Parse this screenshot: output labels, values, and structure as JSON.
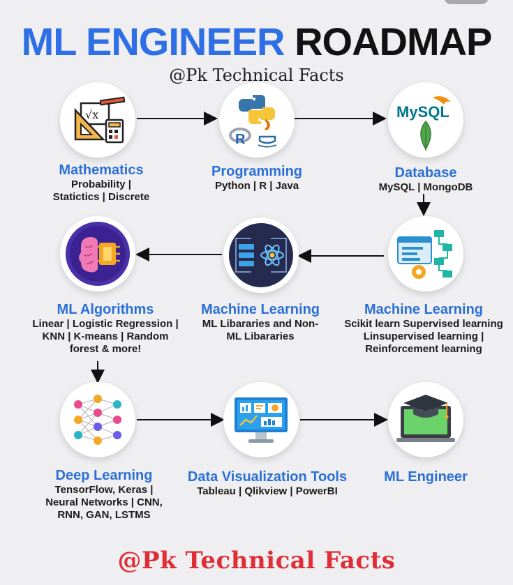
{
  "header": {
    "title_blue": "ML ENGINEER",
    "title_black": "ROADMAP",
    "handle": "@Pk Technical Facts"
  },
  "footer": {
    "handle": "@Pk Technical Facts"
  },
  "steps": [
    {
      "title": "Mathematics",
      "detail": "Probability | Statictics | Discrete"
    },
    {
      "title": "Programming",
      "detail": "Python | R | Java"
    },
    {
      "title": "Database",
      "detail": "MySQL | MongoDB"
    },
    {
      "title": "Machine Learning",
      "detail": "Scikit learn Supervised learning Linsupervised learning | Reinforcement learning"
    },
    {
      "title": "Machine Learning",
      "detail": "ML Libararies and Non-ML Libararies"
    },
    {
      "title": "ML Algorithms",
      "detail": "Linear |  Logistic Regression | KNN | K-means |  Random forest & more!"
    },
    {
      "title": "Deep Learning",
      "detail": "TensorFlow, Keras | Neural Networks | CNN, RNN, GAN, LSTMS"
    },
    {
      "title": "Data Visualization Tools",
      "detail": "Tableau | Qlikview | PowerBI"
    },
    {
      "title": "ML Engineer",
      "detail": ""
    }
  ],
  "icons": {
    "mysql_text": "MySQL",
    "r_text": "R"
  },
  "colors": {
    "title_blue": "#2f6fe6",
    "label_blue": "#2b6fd6",
    "footer_red": "#e02e36",
    "background": "#efeff1"
  }
}
